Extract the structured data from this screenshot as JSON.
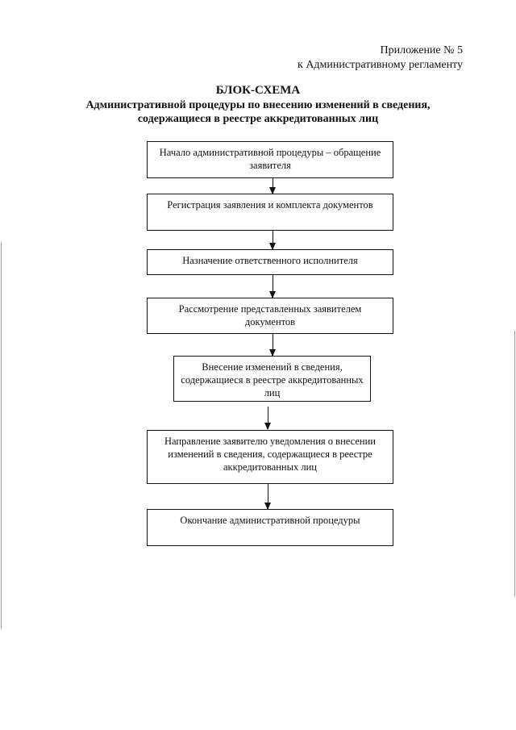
{
  "annex": {
    "line1": "Приложение № 5",
    "line2": "к Административному регламенту"
  },
  "title": {
    "main": "БЛОК-СХЕМА",
    "sub_line1": "Административной процедуры по внесению изменений в сведения,",
    "sub_line2": "содержащиеся в реестре аккредитованных лиц"
  },
  "steps": [
    {
      "text": "Начало административной процедуры – обращение заявителя"
    },
    {
      "text": "Регистрация заявления и комплекта документов"
    },
    {
      "text": "Назначение ответственного исполнителя"
    },
    {
      "text": "Рассмотрение представленных заявителем документов"
    },
    {
      "text": "Внесение изменений в сведения, содержащиеся в реестре аккредитованных лиц"
    },
    {
      "text": "Направление заявителю уведомления о внесении изменений в сведения, содержащиеся в реестре аккредитованных лиц"
    },
    {
      "text": "Окончание административной процедуры"
    }
  ]
}
